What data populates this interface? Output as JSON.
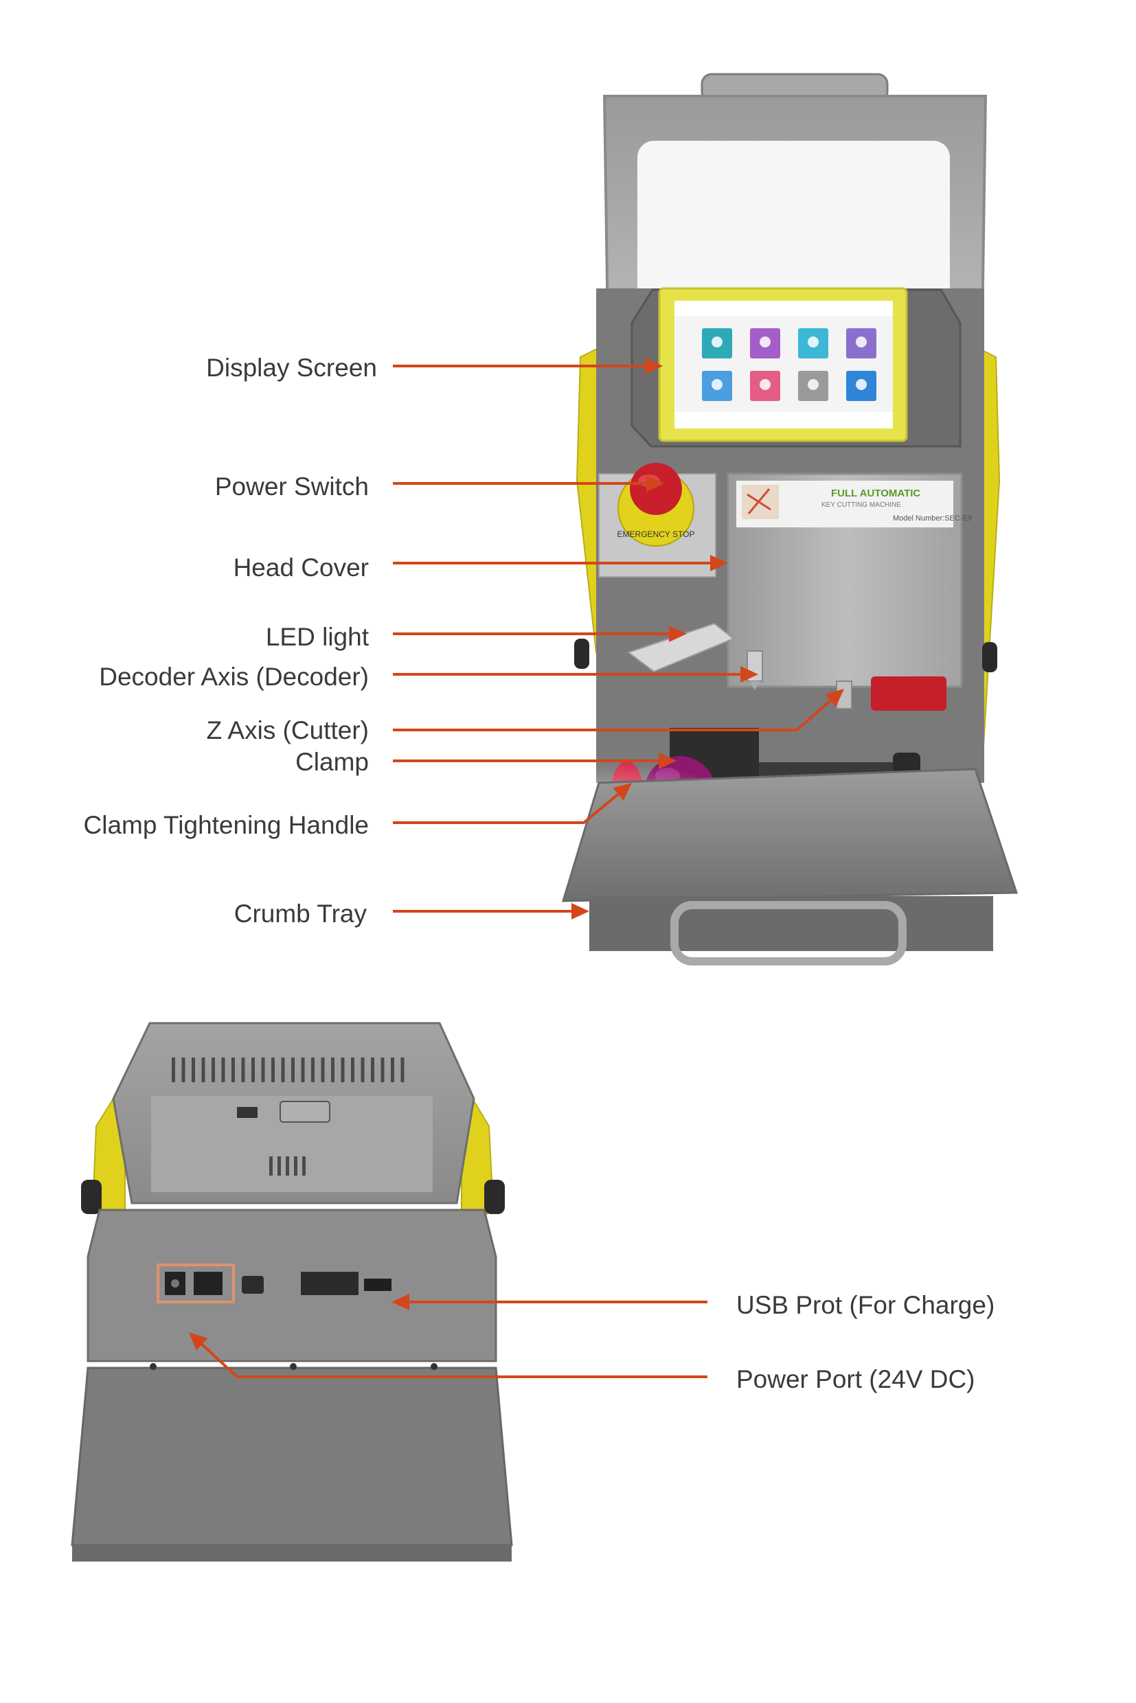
{
  "colors": {
    "arrow": "#d3461b",
    "body_grey": "#6e6e6e",
    "panel_grey": "#8c8c8c",
    "light_grey": "#b9b9b9",
    "yellow": "#e2d21c",
    "screen_frame": "#e6e24a",
    "estop_red": "#c8202a",
    "clamp_knob": "#8e1870",
    "text": "#3a3a3a"
  },
  "front_callouts": [
    {
      "id": "display-screen",
      "label": "Display Screen"
    },
    {
      "id": "power-switch",
      "label": "Power Switch"
    },
    {
      "id": "head-cover",
      "label": "Head Cover"
    },
    {
      "id": "led-light",
      "label": "LED light"
    },
    {
      "id": "decoder-axis",
      "label": "Decoder Axis (Decoder)"
    },
    {
      "id": "z-axis",
      "label": "Z Axis (Cutter)"
    },
    {
      "id": "clamp",
      "label": "Clamp"
    },
    {
      "id": "clamp-handle",
      "label": "Clamp Tightening Handle"
    },
    {
      "id": "crumb-tray",
      "label": "Crumb Tray"
    }
  ],
  "back_callouts": [
    {
      "id": "usb-port",
      "label": "USB Prot (For Charge)"
    },
    {
      "id": "power-port",
      "label": "Power Port (24V DC)"
    }
  ],
  "machine": {
    "head_label_title": "FULL AUTOMATIC",
    "head_label_subtitle": "KEY CUTTING MACHINE",
    "head_label_model": "Model Number:SEC-E9",
    "estop_text": "EMERGENCY STOP",
    "screen_app_icons": [
      {
        "color": "#2ea9b8",
        "icon": "car-icon"
      },
      {
        "color": "#a45ec9",
        "icon": "motorcycle-icon"
      },
      {
        "color": "#3cb8d6",
        "icon": "key-icon"
      },
      {
        "color": "#8a6fcf",
        "icon": "car-icon"
      },
      {
        "color": "#4b9ee0",
        "icon": "key-icon"
      },
      {
        "color": "#e35d87",
        "icon": "key-icon"
      },
      {
        "color": "#9a9a9a",
        "icon": "search-icon"
      },
      {
        "color": "#2f86d8",
        "icon": "gear-icon"
      }
    ]
  }
}
